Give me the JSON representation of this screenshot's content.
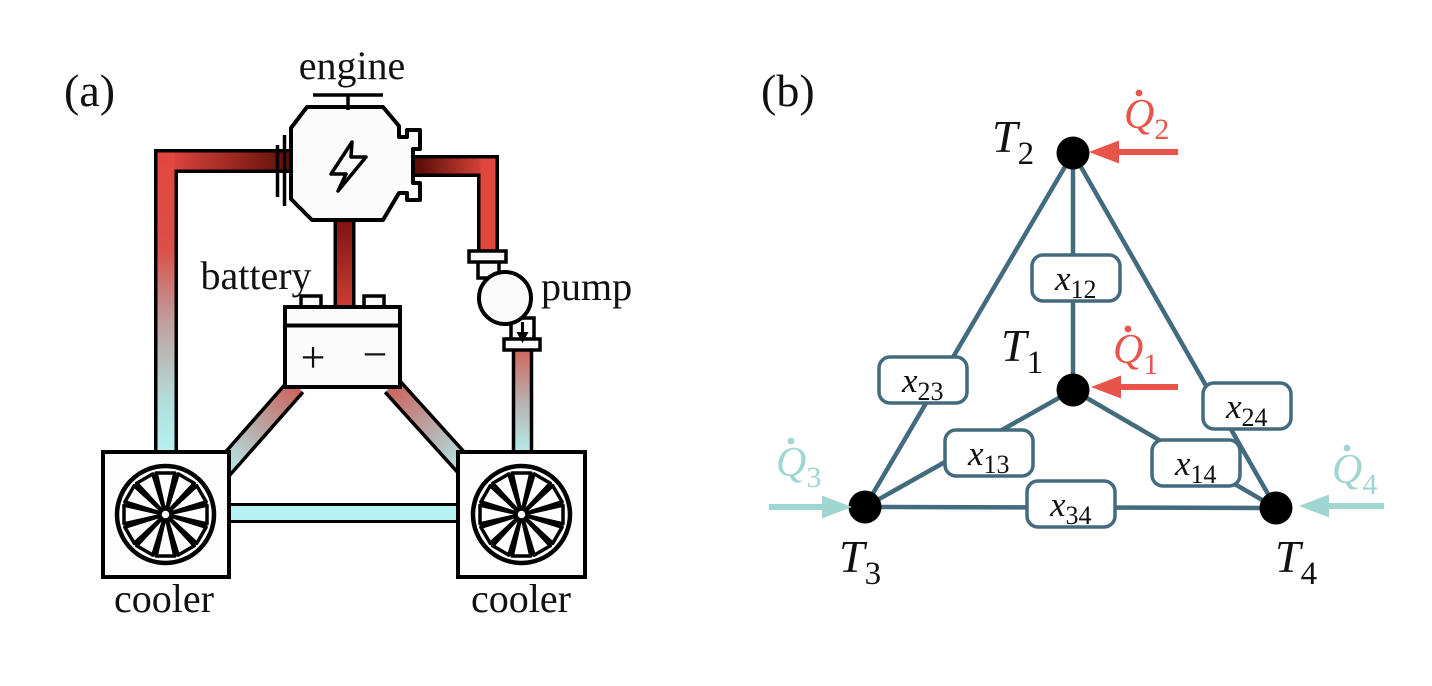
{
  "figure": {
    "panel_a": {
      "tag": "(a)",
      "components": {
        "engine_label": "engine",
        "battery_label": "battery",
        "pump_label": "pump",
        "cooler_left_label": "cooler",
        "cooler_right_label": "cooler",
        "battery_plus": "+",
        "battery_minus": "−"
      }
    },
    "panel_b": {
      "tag": "(b)",
      "nodes": [
        {
          "id": "T2",
          "main": "T",
          "sub": "2"
        },
        {
          "id": "T1",
          "main": "T",
          "sub": "1"
        },
        {
          "id": "T3",
          "main": "T",
          "sub": "3"
        },
        {
          "id": "T4",
          "main": "T",
          "sub": "4"
        }
      ],
      "edges": [
        {
          "id": "x12",
          "main": "x",
          "sub": "12",
          "between": [
            "T1",
            "T2"
          ]
        },
        {
          "id": "x23",
          "main": "x",
          "sub": "23",
          "between": [
            "T2",
            "T3"
          ]
        },
        {
          "id": "x24",
          "main": "x",
          "sub": "24",
          "between": [
            "T2",
            "T4"
          ]
        },
        {
          "id": "x13",
          "main": "x",
          "sub": "13",
          "between": [
            "T1",
            "T3"
          ]
        },
        {
          "id": "x14",
          "main": "x",
          "sub": "14",
          "between": [
            "T1",
            "T4"
          ]
        },
        {
          "id": "x34",
          "main": "x",
          "sub": "34",
          "between": [
            "T3",
            "T4"
          ]
        }
      ],
      "heat_flows": [
        {
          "id": "Q2",
          "main": "Q",
          "sub": "2",
          "dotted": true,
          "target": "T2",
          "arrow_points": "left",
          "color": "#e8534a"
        },
        {
          "id": "Q1",
          "main": "Q",
          "sub": "1",
          "dotted": true,
          "target": "T1",
          "arrow_points": "left",
          "color": "#e8534a"
        },
        {
          "id": "Q3",
          "main": "Q",
          "sub": "3",
          "dotted": true,
          "target": "T3",
          "arrow_points": "right",
          "color": "#9fd6d2"
        },
        {
          "id": "Q4",
          "main": "Q",
          "sub": "4",
          "dotted": true,
          "target": "T4",
          "arrow_points": "left",
          "color": "#9fd6d2"
        }
      ]
    },
    "colors": {
      "hot_red": "#e2473e",
      "dark_red": "#600f09",
      "cool_cyan": "#b6f2f4",
      "edge_blue": "#426b7e",
      "heat_red": "#e8534a",
      "heat_teal": "#9fd6d2",
      "node_black": "#000000",
      "box_fill": "#ffffff"
    }
  }
}
